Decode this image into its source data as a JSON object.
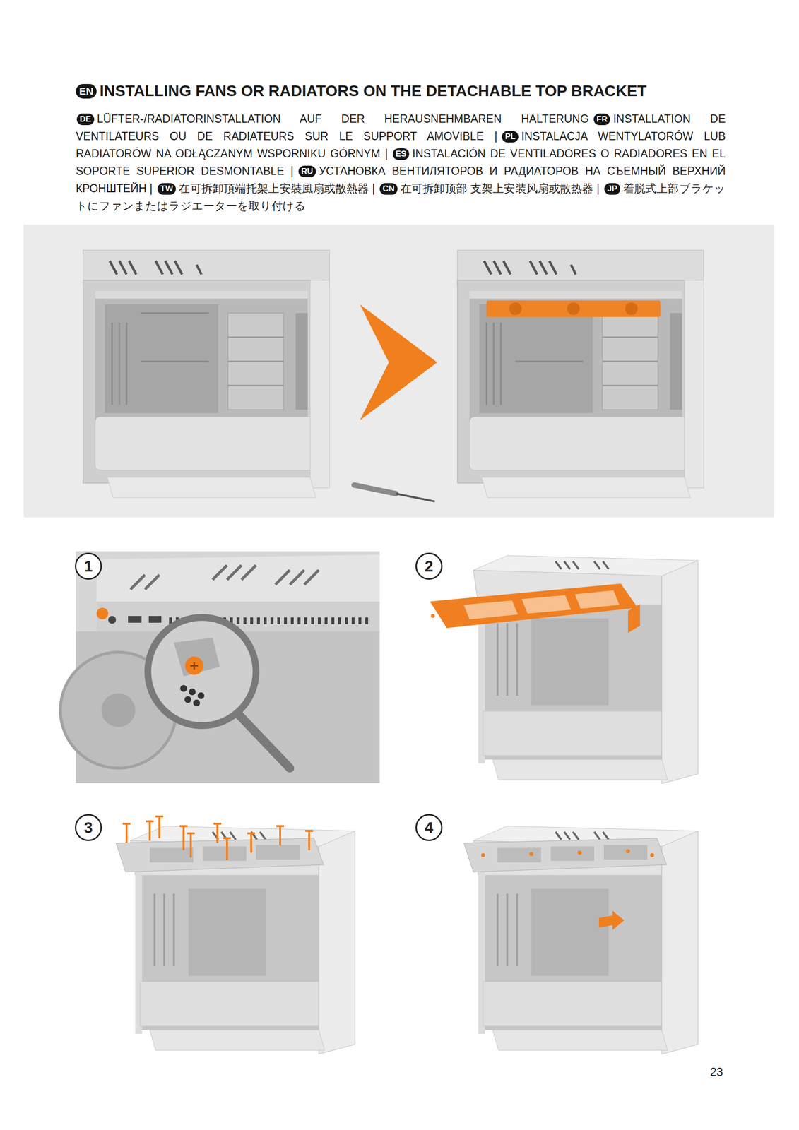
{
  "diagram": {
    "title": "INSTALLING FANS OR RADIATORS ON THE DETACHABLE TOP BRACKET",
    "nodes": [
      {
        "text": [
          "EN"
        ]
      },
      {
        "text": [
          "DE"
        ]
      },
      {
        "text": [
          "FR"
        ]
      },
      {
        "text": [
          "PL"
        ]
      },
      {
        "text": [
          "ES"
        ]
      },
      {
        "text": [
          "RU"
        ]
      },
      {
        "text": [
          "TW"
        ]
      },
      {
        "text": [
          "CN"
        ]
      },
      {
        "text": [
          "JP"
        ]
      },
      {
        "text": [
          "1"
        ]
      },
      {
        "text": [
          "2"
        ]
      },
      {
        "text": [
          "3"
        ]
      },
      {
        "text": [
          "4"
        ]
      }
    ],
    "labels": [
      "LÜFTER-/RADIATORINSTALLATION AUF DER HERAUSNEHMBAREN HALTERUNG",
      "INSTALLATION DE VENTILATEURS OU DE RADIATEURS SUR LE SUPPORT AMOVIBLE |",
      "INSTALACJA WENTYLATORÓW LUB RADIATORÓW NA ODŁĄCZANYM WSPORNIKU GÓRNYM |",
      "INSTALACIÓN DE VENTILADORES O RADIADORES EN EL SOPORTE SUPERIOR DESMONTABLE |",
      "УСТАНОВКА ВЕНТИЛЯТОРОВ И РАДИАТОРОВ НА СЪЕМНЫЙ ВЕРХНИЙ КРОНШТЕЙН |",
      "在可拆卸頂端托架上安裝風扇或散熱器 |",
      "在可拆卸顶部 支架上安装风扇或散热器 |",
      "着脱式上部ブラケットにファンまたはラジエーターを取り付ける",
      "23"
    ]
  }
}
